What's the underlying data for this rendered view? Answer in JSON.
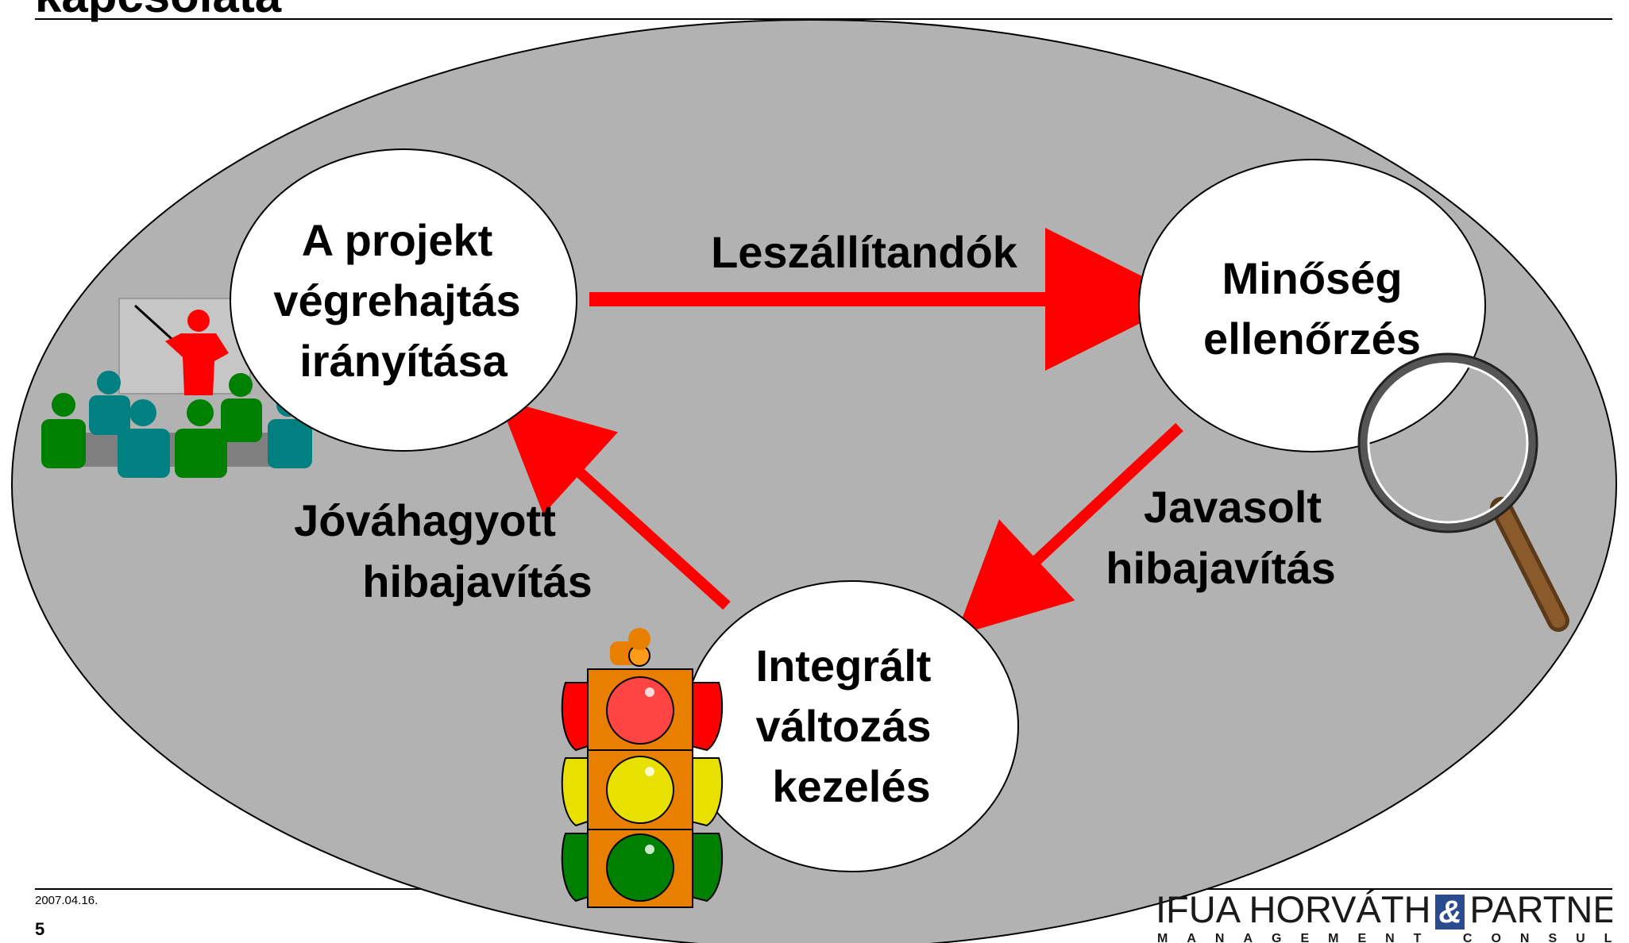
{
  "slide": {
    "title": "kapcsolata",
    "date": "2007.04.16.",
    "page_number": "5"
  },
  "diagram": {
    "nodes": {
      "project_execution": [
        "A projekt",
        "végrehajtás",
        "irányítása"
      ],
      "quality_control": [
        "Minőség",
        "ellenőrzés"
      ],
      "change_control": [
        "Integrált",
        "változás",
        "kezelés"
      ]
    },
    "edges": {
      "deliverables": [
        "Leszállítandók"
      ],
      "recommended_fixes": [
        "Javasolt",
        "hibajavítás"
      ],
      "approved_fixes": [
        "Jóváhagyott",
        "hibajavítás"
      ]
    }
  },
  "logo": {
    "name_left": "IFUA HORVÁTH",
    "ampersand": "&",
    "name_right": "PARTNERS",
    "tagline": "MANAGEMENT CONSULTANTS"
  },
  "colors": {
    "ellipse_fill": "#b2b2b2",
    "arrow": "#ff0000",
    "node_fill": "#ffffff",
    "logo_blue": "#2a4b8e"
  },
  "icons": [
    "presentation-icon",
    "magnifier-icon",
    "traffic-light-icon"
  ]
}
